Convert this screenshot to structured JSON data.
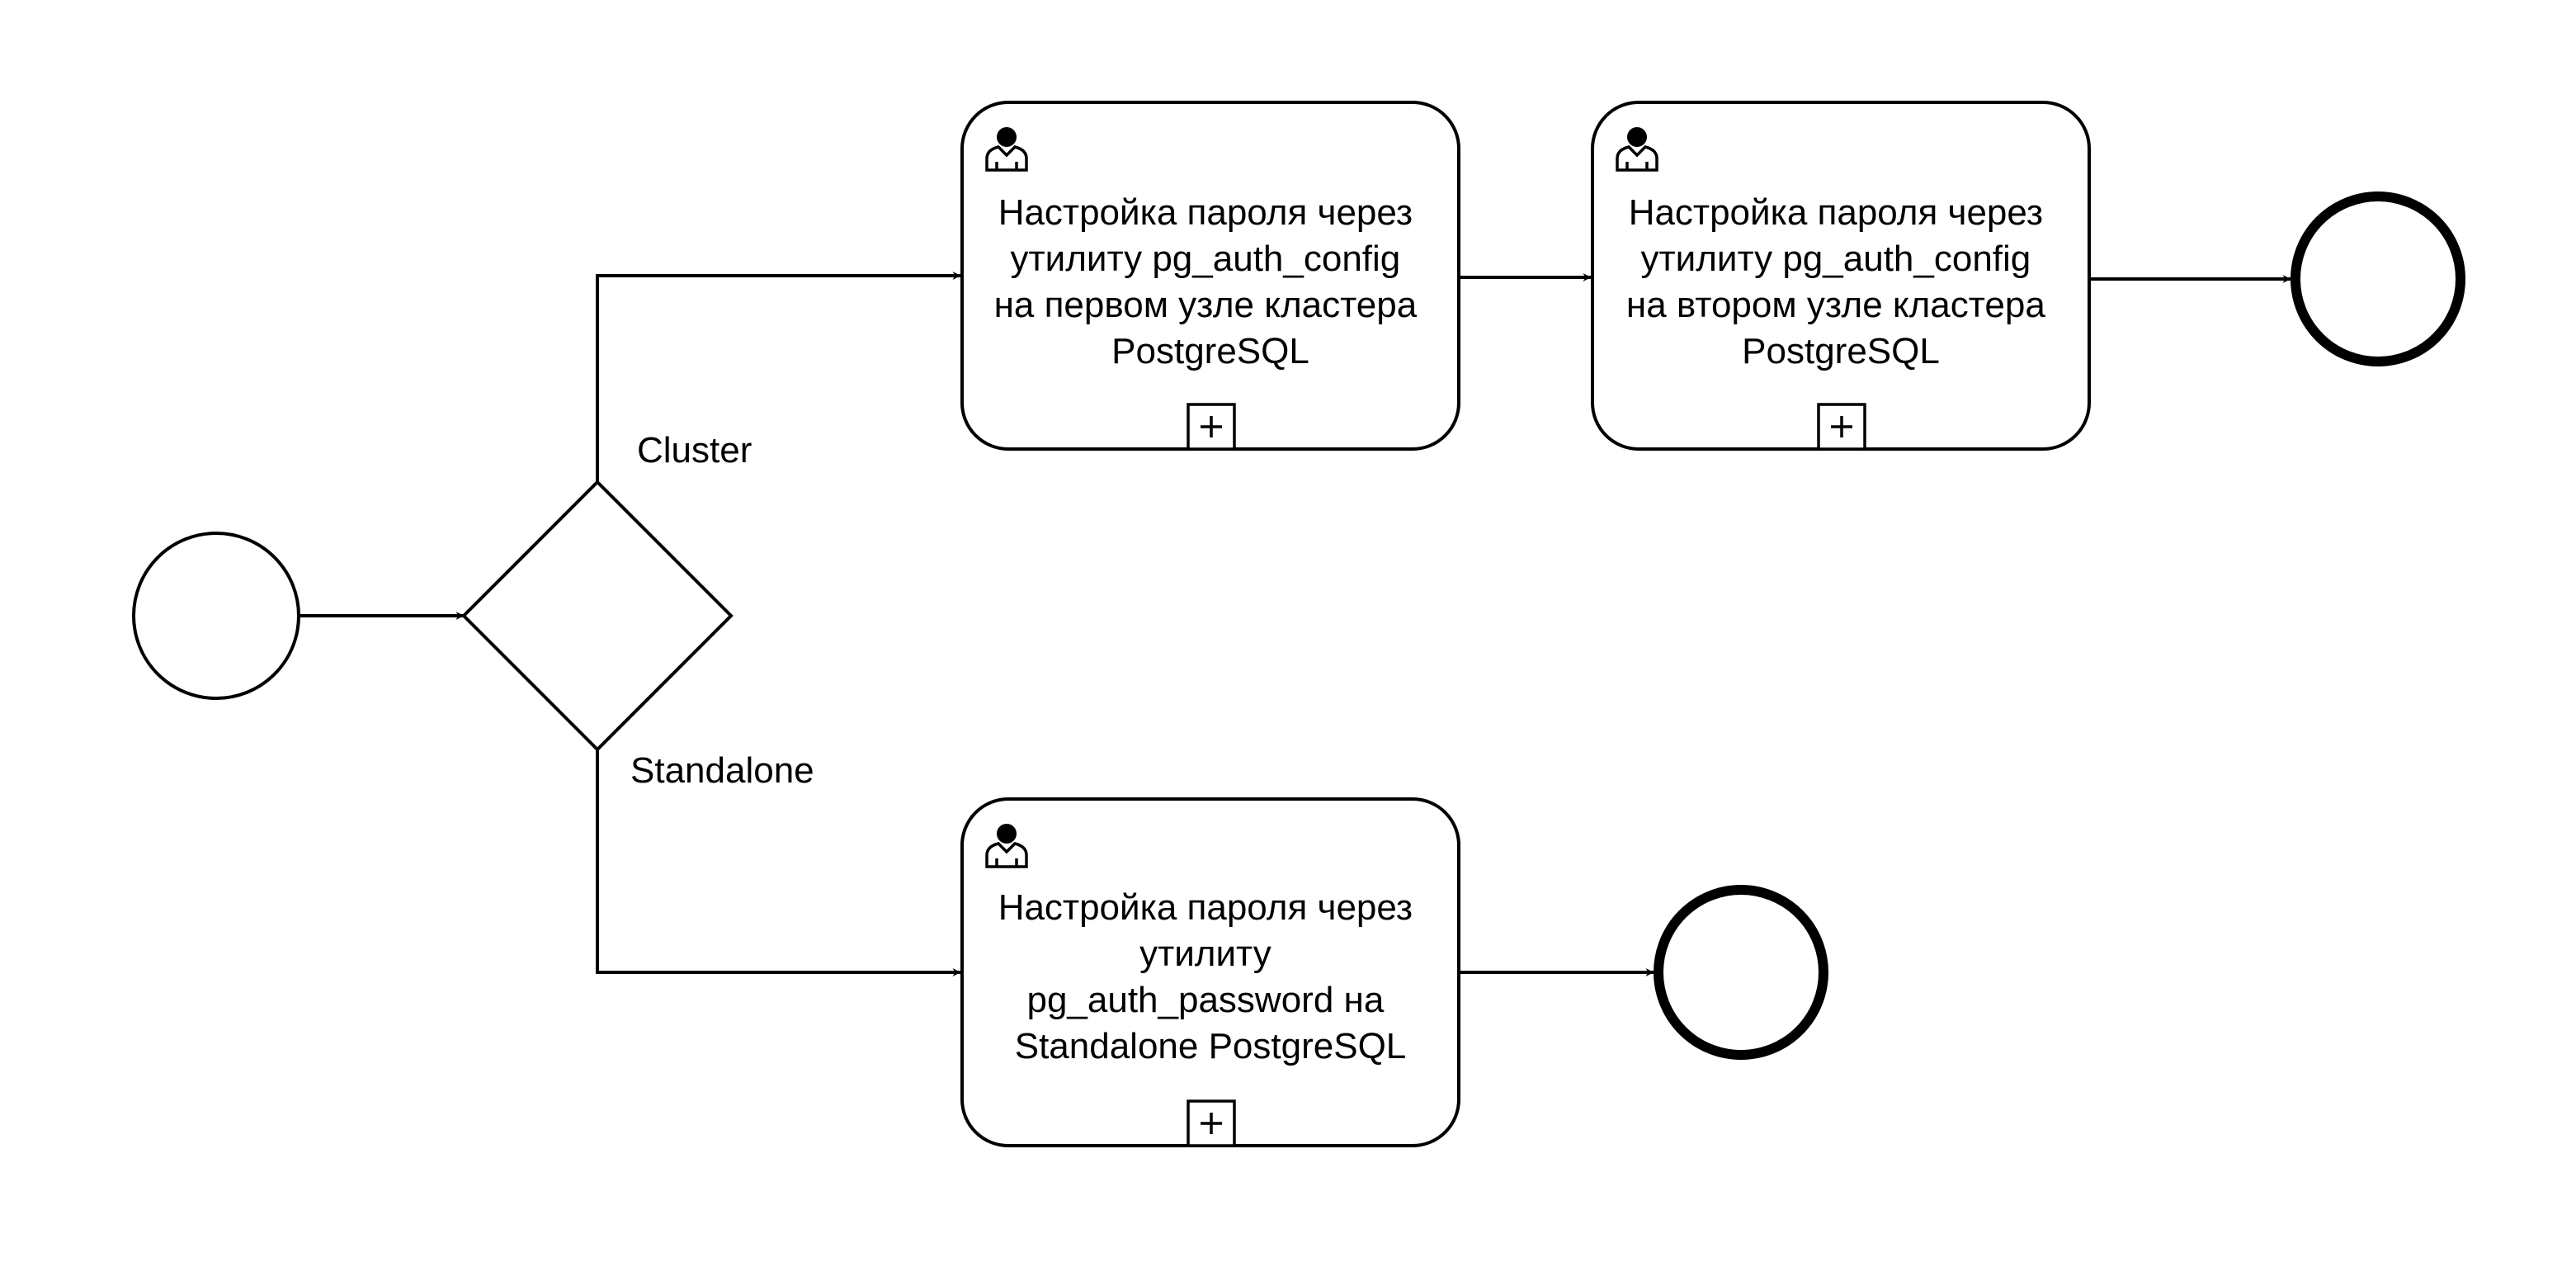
{
  "diagram": {
    "gateway_labels": {
      "cluster": "Cluster",
      "standalone": "Standalone"
    },
    "tasks": [
      {
        "lines": [
          "Настройка пароля через",
          "утилиту pg_auth_config",
          "на первом узле кластера",
          "PostgreSQL"
        ],
        "icon": "user-icon",
        "marker": "subprocess-plus-icon"
      },
      {
        "lines": [
          "Настройка пароля через",
          "утилиту pg_auth_config",
          "на втором узле кластера",
          "PostgreSQL"
        ],
        "icon": "user-icon",
        "marker": "subprocess-plus-icon"
      },
      {
        "lines": [
          "Настройка пароля через",
          "утилиту",
          "pg_auth_password на",
          "Standalone PostgreSQL"
        ],
        "icon": "user-icon",
        "marker": "subprocess-plus-icon"
      }
    ]
  }
}
